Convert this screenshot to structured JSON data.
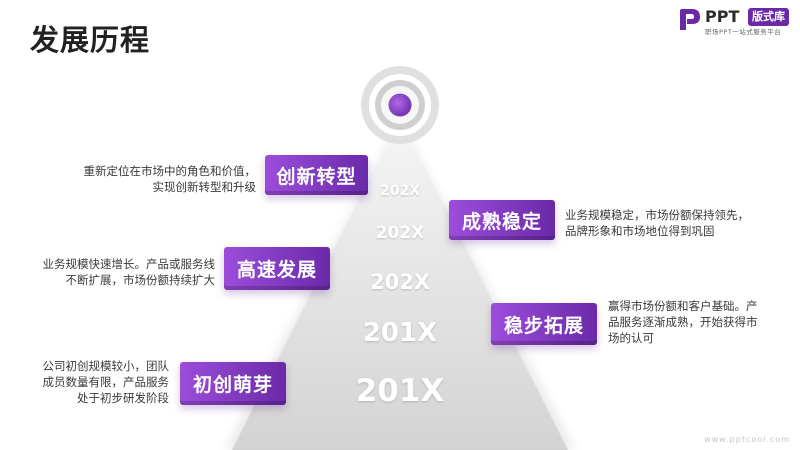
{
  "title": "发展历程",
  "logo": {
    "icon": "logo-p-icon",
    "brand": "PPT",
    "badge": "版式库",
    "tagline": "职场PPT一站式服务平台"
  },
  "watermark": "www.pptcool.com",
  "pyramid": {
    "icon": "target-icon",
    "years": [
      "202X",
      "202X",
      "202X",
      "201X",
      "201X"
    ]
  },
  "stages": [
    {
      "label": "创新转型",
      "description": [
        "重新定位在市场中的角色和价值，",
        "实现创新转型和升级"
      ]
    },
    {
      "label": "成熟稳定",
      "description": [
        "业务规模稳定，市场份额保持领先，",
        "品牌形象和市场地位得到巩固"
      ]
    },
    {
      "label": "高速发展",
      "description": [
        "业务规模快速增长。产品或服务线",
        "不断扩展，市场份额持续扩大"
      ]
    },
    {
      "label": "稳步拓展",
      "description": [
        "赢得市场份额和客户基础。产",
        "品服务逐渐成熟，开始获得市",
        "场的认可"
      ]
    },
    {
      "label": "初创萌芽",
      "description": [
        "公司初创规模较小，团队",
        "成员数量有限，产品服务",
        "处于初步研发阶段"
      ]
    }
  ],
  "colors": {
    "accent_light": "#9c4ddb",
    "accent_dark": "#6a2aa8",
    "pyramid_top": "#f6f6f6",
    "pyramid_bottom": "#d3d3d3",
    "text_dark": "#222222",
    "text_body": "#3a3a3a"
  }
}
